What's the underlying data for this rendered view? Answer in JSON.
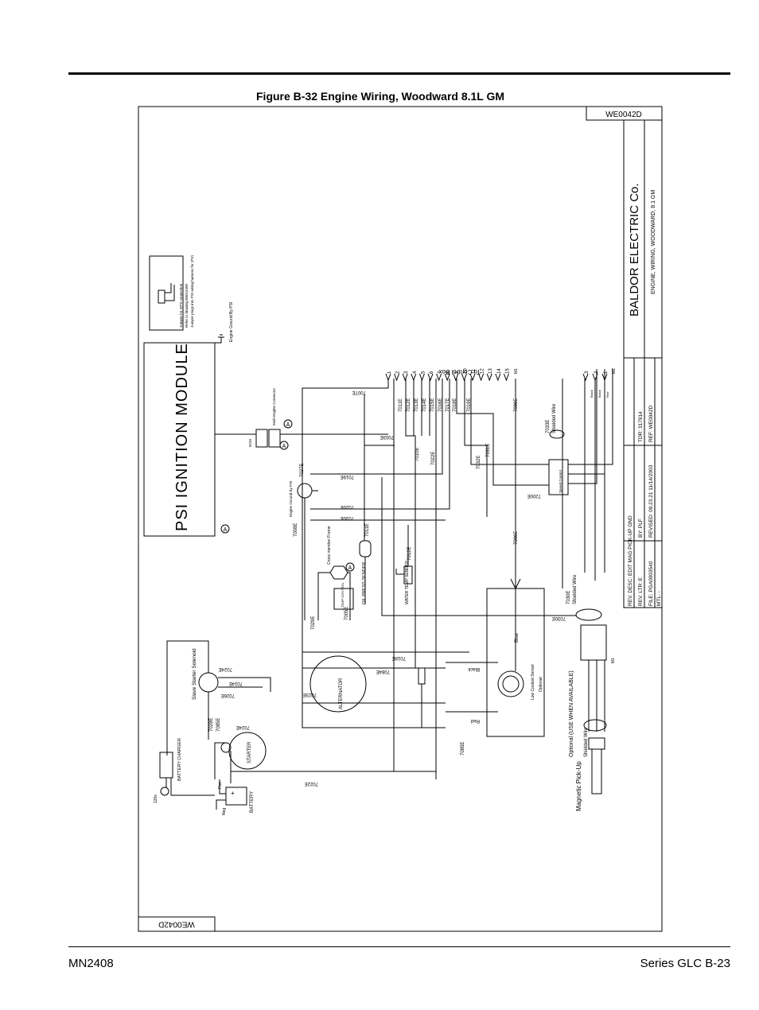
{
  "header": {
    "figure_title": "Figure B-32 Engine Wiring, Woodward 8.1L GM"
  },
  "footer": {
    "manual_number": "MN2408",
    "page": "Series GLC B-23"
  },
  "drawing": {
    "number": "WE0042D",
    "company": "BALDOR ELECTRIC Co.",
    "drawing_title": "ENGINE, WIRING, WOODWARD, 8.1 GM",
    "title_block": {
      "rev_desc": "REV. DESC: EDIT MAG PICK-UP GND",
      "rev_ltr": "REV. LTR: E",
      "by": "BY: PLF",
      "tdr": "TDR: 317914",
      "file": "FILE: PGA0003540",
      "revised": "REVISED: 09.23.21 11/14/2003",
      "ref": "REF: WE0042D",
      "mtl": "MTL: -"
    },
    "module": "PSI IGNITION MODULE",
    "engine_ground": "Engine Ground By PSI",
    "jumper_note_1": "Jumper plugs into PSI wiring harness for (PV)",
    "jumper_note_2": "Refer to drawing BWG3400",
    "jumper_note_3": "Jumper for GPS connection",
    "connector": "Multi-Engine Connector",
    "to_control_box": "To Control Box",
    "terminal_numbers": [
      "1",
      "2",
      "3",
      "4",
      "5",
      "6",
      "7",
      "8",
      "9",
      "10",
      "11",
      "12",
      "13",
      "14",
      "15"
    ],
    "terminal_block": "M1",
    "wires_to_box": [
      "7011E",
      "7012E",
      "7013E",
      "7014E",
      "7015E",
      "7016E",
      "7017E",
      "7018E",
      "7019E",
      "7086E"
    ],
    "wire_labels": {
      "w7007E": "7007E",
      "w7003E": "7003E",
      "w7010E": "7010E",
      "w7022E": "7022E",
      "w7032E": "7032E",
      "w7031E": "7031E",
      "w7027E": "7027E",
      "w7019E": "7019E",
      "w7200E": "7200E",
      "w7030E": "7030E",
      "w7008E": "7008E",
      "w7011E": "7011E",
      "w7012E": "7012E",
      "w7086E": "7086E",
      "w7029E": "7029E",
      "w7018E": "7018E",
      "w7084E": "7084E",
      "w7024E": "7024E",
      "w7014E": "7014E",
      "w7020E": "7020E",
      "w7023E": "7023E",
      "w7085E": "7085E",
      "w7026E": "7026E",
      "w7033E": "7033E",
      "w7028E": "7028E",
      "w7005E": "7005E"
    },
    "mag_terminals": [
      "3",
      "2",
      "1"
    ],
    "m2_label": "M2",
    "shielded_wire_1": "Shielded Wire",
    "shielded_wire_2": "Shielded Wire",
    "shielded_wire_3": "Shielded Wire",
    "speed_control": "Speed Control",
    "oil_press": "OIL PRESS SENDER",
    "water_temp": "WATER TEMP SENDER",
    "cross_member": "Cross member Frame",
    "alternator": "ALTERNATOR",
    "starter": "STARTER",
    "slave_solenoid": "Slave Starter Solenoid",
    "battery": "BATTERY",
    "battery_charger": "BATTERY CHARGER",
    "v120": "120v",
    "pos": "Pos",
    "neg": "Neg",
    "low_coolant": "Low Coolant Sensor",
    "optional": "Optional",
    "blue": "Blue",
    "black": "Black",
    "red": "Red",
    "magnetic_pickup": "Magnetic Pick-Up",
    "optional_use": "Optional (USE WHEN AVAILABLE)",
    "marker_a": "A",
    "m1_label": "M1",
    "temp_control": "TEMP CONTROL",
    "ecm": "ECM"
  }
}
